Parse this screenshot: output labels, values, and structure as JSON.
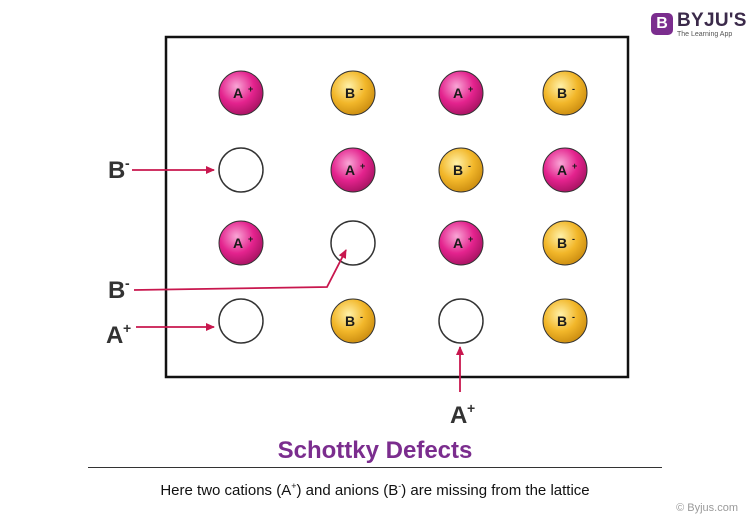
{
  "brand": {
    "logo_letter": "B",
    "name": "BYJU'S",
    "tagline": "The Learning App"
  },
  "lattice": {
    "rows": [
      [
        {
          "ion": "A",
          "charge": "+"
        },
        {
          "ion": "B",
          "charge": "-"
        },
        {
          "ion": "A",
          "charge": "+"
        },
        {
          "ion": "B",
          "charge": "-"
        }
      ],
      [
        null,
        {
          "ion": "A",
          "charge": "+"
        },
        {
          "ion": "B",
          "charge": "-"
        },
        {
          "ion": "A",
          "charge": "+"
        }
      ],
      [
        {
          "ion": "A",
          "charge": "+"
        },
        null,
        {
          "ion": "A",
          "charge": "+"
        },
        {
          "ion": "B",
          "charge": "-"
        }
      ],
      [
        null,
        {
          "ion": "B",
          "charge": "-"
        },
        null,
        {
          "ion": "B",
          "charge": "-"
        }
      ]
    ]
  },
  "vacancy_labels": [
    {
      "ion": "B",
      "charge": "-",
      "target_row": 1,
      "target_col": 0
    },
    {
      "ion": "B",
      "charge": "-",
      "target_row": 2,
      "target_col": 1
    },
    {
      "ion": "A",
      "charge": "+",
      "target_row": 3,
      "target_col": 0
    },
    {
      "ion": "A",
      "charge": "+",
      "target_row": 3,
      "target_col": 2
    }
  ],
  "colors": {
    "cation": "#e4238e",
    "anion": "#f0b323",
    "arrow": "#c8174e",
    "title": "#7b2d8e"
  },
  "title": "Schottky Defects",
  "caption": {
    "part1": "Here two cations (A",
    "sup1": "+",
    "part2": ") and anions (B",
    "sup2": "-",
    "part3": ") are missing from the lattice"
  },
  "watermark": "© Byjus.com"
}
